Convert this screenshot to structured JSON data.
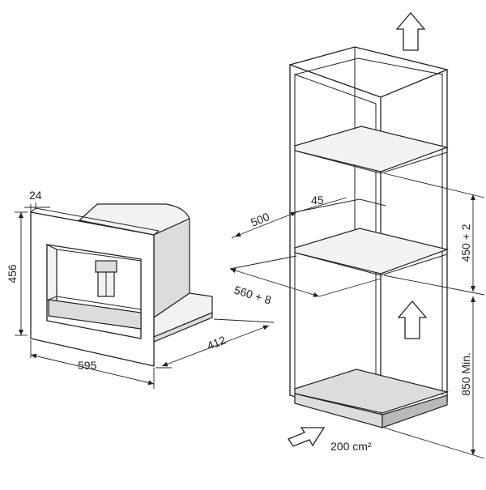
{
  "dimensions": {
    "appliance_depth_bezel": "24",
    "appliance_height": "456",
    "appliance_width": "595",
    "appliance_depth": "412",
    "niche_depth": "500",
    "shelf_offset": "45",
    "niche_width": "560 + 8",
    "niche_height": "450 + 2",
    "floor_height": "850 Min.",
    "vent_area": "200 cm²"
  }
}
